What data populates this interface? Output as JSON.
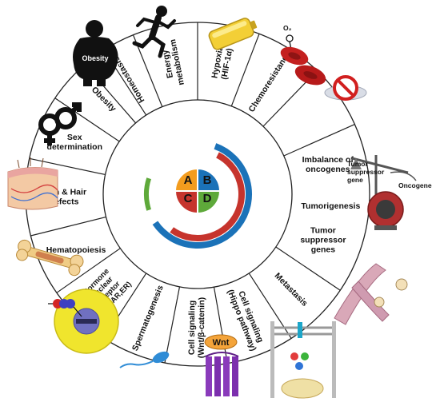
{
  "segments": [
    {
      "id": "homeostasis",
      "lines": [
        "Homeostasis"
      ],
      "rot": true
    },
    {
      "id": "energy",
      "lines": [
        "Energy",
        "metabolism"
      ],
      "rot": true
    },
    {
      "id": "hypoxia",
      "lines": [
        "Hypoxia",
        "(HIF-1α)"
      ],
      "rot": true
    },
    {
      "id": "chemo",
      "lines": [
        "Chemoresistance"
      ],
      "rot": true
    },
    {
      "id": "imbalance",
      "lines": [
        "Imbalance of",
        "oncogenes"
      ],
      "rot": false
    },
    {
      "id": "tumorigenesis",
      "lines": [
        "Tumorigenesis"
      ],
      "rot": false
    },
    {
      "id": "tsg",
      "lines": [
        "Tumor",
        "suppressor",
        "genes"
      ],
      "rot": false
    },
    {
      "id": "metastasis",
      "lines": [
        "Metastasis"
      ],
      "rot": true
    },
    {
      "id": "hippo",
      "lines": [
        "Cell signaling",
        "(Hippo pathway)"
      ],
      "rot": true
    },
    {
      "id": "wnt",
      "lines": [
        "Cell signaling",
        "(Wnt/β-catenin)"
      ],
      "rot": true
    },
    {
      "id": "sperm",
      "lines": [
        "Spermatogenesis"
      ],
      "rot": true
    },
    {
      "id": "hormone",
      "lines": [
        "Hormone",
        "nuclear",
        "receptor",
        "(e.g., AR,ER)"
      ],
      "rot": true
    },
    {
      "id": "hemato",
      "lines": [
        "Hematopoiesis"
      ],
      "rot": false
    },
    {
      "id": "skin",
      "lines": [
        "Skin & Hair",
        "defects"
      ],
      "rot": false
    },
    {
      "id": "sexdet",
      "lines": [
        "Sex",
        "determination"
      ],
      "rot": false
    },
    {
      "id": "obesity",
      "lines": [
        "Obesity"
      ],
      "rot": true
    }
  ],
  "quadrants": [
    "A",
    "B",
    "C",
    "D"
  ],
  "colors": {
    "A": "#f39c1e",
    "B": "#1b72b8",
    "C": "#c6342d",
    "D": "#5ea93a"
  },
  "icon_labels": {
    "obesity": "Obesity",
    "o2": "O₂",
    "tsg": "Tumor suppressor gene",
    "oncogene": "Oncogene",
    "wnt": "Wnt"
  }
}
